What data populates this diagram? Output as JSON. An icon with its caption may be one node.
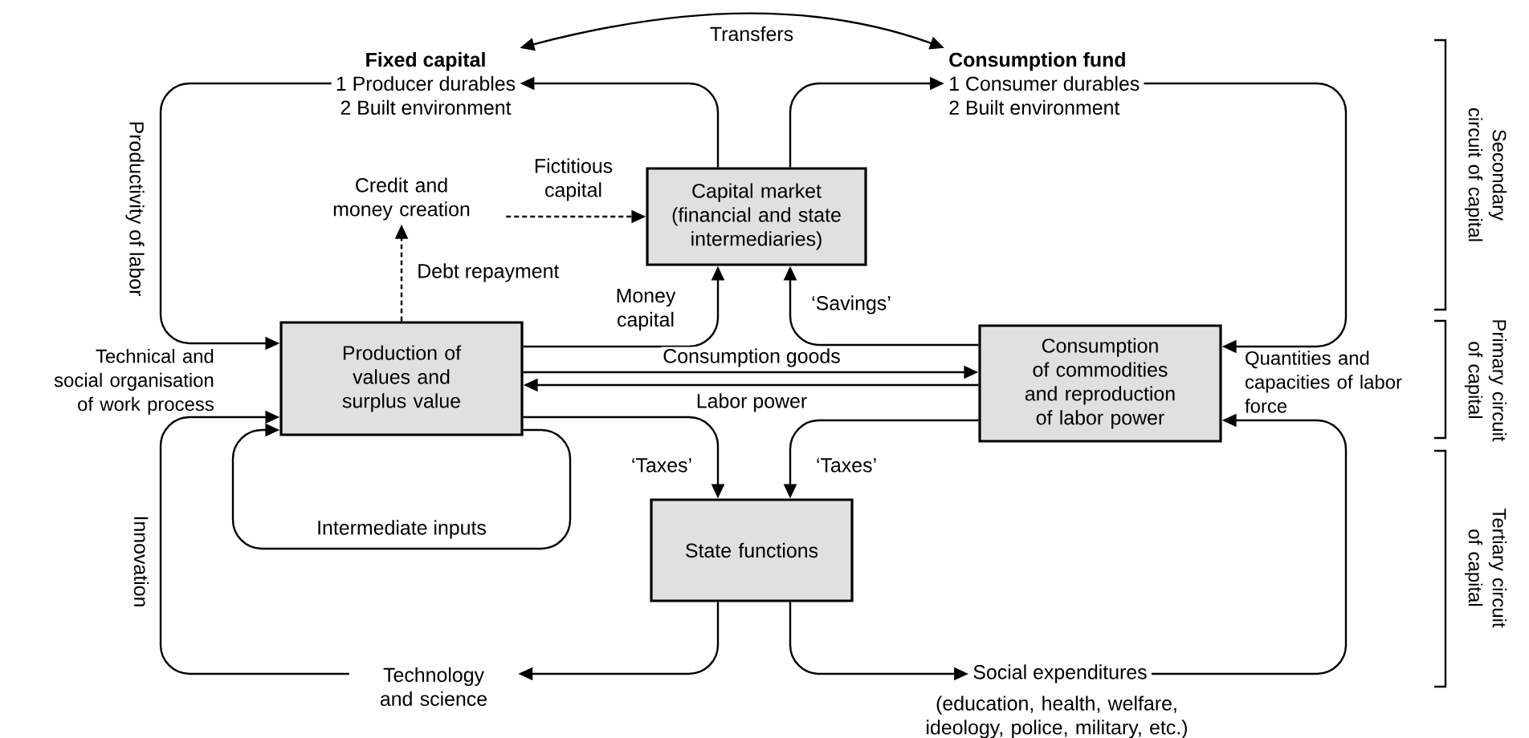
{
  "diagram": {
    "nodes": [
      {
        "text": [
          "Fixed capital",
          "1 Producer durables",
          "2 Built environment"
        ]
      },
      {
        "text": [
          "Consumption fund",
          "1 Consumer durables",
          "2 Built environment"
        ]
      },
      {
        "text": [
          "Credit and money creation"
        ]
      },
      {
        "text": [
          "Capital market (financial and state intermediaries)"
        ]
      },
      {
        "text": [
          "Production of values and surplus value"
        ]
      },
      {
        "text": [
          "Consumption of commodities and reproduction of labor power"
        ]
      },
      {
        "text": [
          "State functions"
        ]
      },
      {
        "text": [
          "Technology and science"
        ]
      },
      {
        "text": [
          "Social expenditures"
        ],
        "beside": [
          "(education, health, welfare, ideology, police, military, etc.)"
        ]
      }
    ],
    "edges": [
      {
        "from": 0,
        "to": 1,
        "arrow": "both",
        "label": "Transfers"
      },
      {
        "from": 3,
        "to": 0,
        "arrow": "to"
      },
      {
        "from": 3,
        "to": 1,
        "arrow": "to"
      },
      {
        "from": 0,
        "to": 4,
        "arrow": "to",
        "label": "Productivity of labor"
      },
      {
        "from": 4,
        "to": 2,
        "arrow": "to",
        "label": "Debt repayment",
        "style": "dashed"
      },
      {
        "from": 2,
        "to": 3,
        "arrow": "to",
        "label": "Fictitious capital",
        "style": "dashed"
      },
      {
        "from": 4,
        "to": 3,
        "arrow": "to",
        "label": "Money capital"
      },
      {
        "from": 4,
        "to": 5,
        "arrow": "to",
        "label": "Consumption goods"
      },
      {
        "from": 5,
        "to": 4,
        "arrow": "to",
        "label": "Labor power"
      },
      {
        "from": 5,
        "to": 3,
        "arrow": "to",
        "label": "‘Savings’"
      },
      {
        "from": 1,
        "to": 5,
        "arrow": "to"
      },
      {
        "from": 4,
        "to": 4,
        "arrow": "to",
        "label": "Intermediate inputs"
      },
      {
        "from": 4,
        "to": 6,
        "arrow": "to",
        "label": "‘Taxes’"
      },
      {
        "from": 5,
        "to": 6,
        "arrow": "to",
        "label": "‘Taxes’"
      },
      {
        "from": 6,
        "to": 8,
        "arrow": "to"
      },
      {
        "from": 6,
        "to": 7,
        "arrow": "to"
      },
      {
        "from": 7,
        "to": 4,
        "arrow": "to",
        "label": "Innovation"
      },
      {
        "from": 8,
        "to": 5,
        "arrow": "to"
      }
    ],
    "labels": [
      "Secondary circuit of capital",
      "Technical and social organisation of work process",
      "Quantities and capacities of labor force",
      "Primary circuit of capital",
      "Tertiary circuit of capital"
    ]
  }
}
